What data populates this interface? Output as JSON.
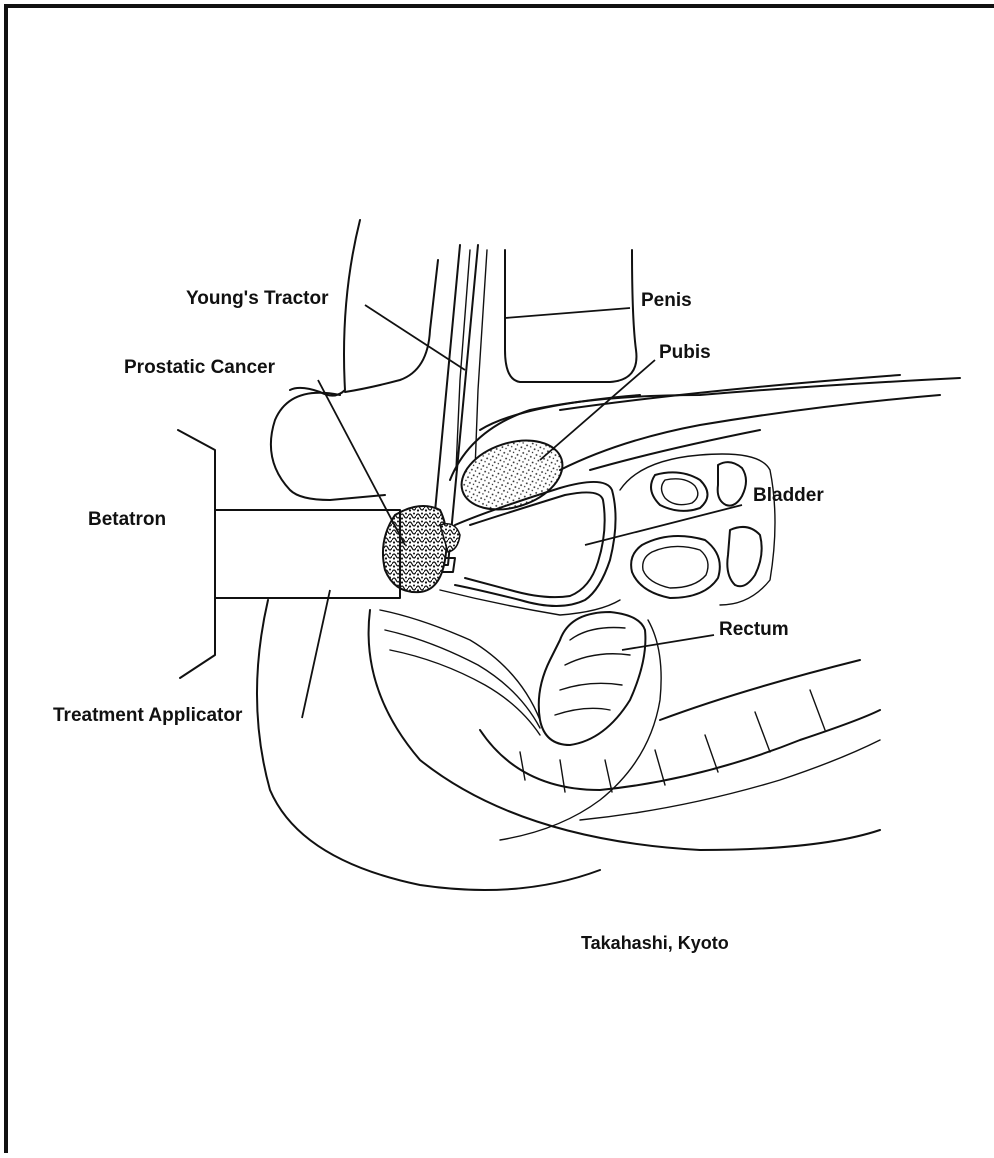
{
  "labels": {
    "youngs_tractor": "Young's Tractor",
    "penis": "Penis",
    "pubis": "Pubis",
    "prostatic_cancer": "Prostatic Cancer",
    "betatron": "Betatron",
    "bladder": "Bladder",
    "rectum": "Rectum",
    "treatment_applicator": "Treatment Applicator"
  },
  "credit": "Takahashi, Kyoto"
}
